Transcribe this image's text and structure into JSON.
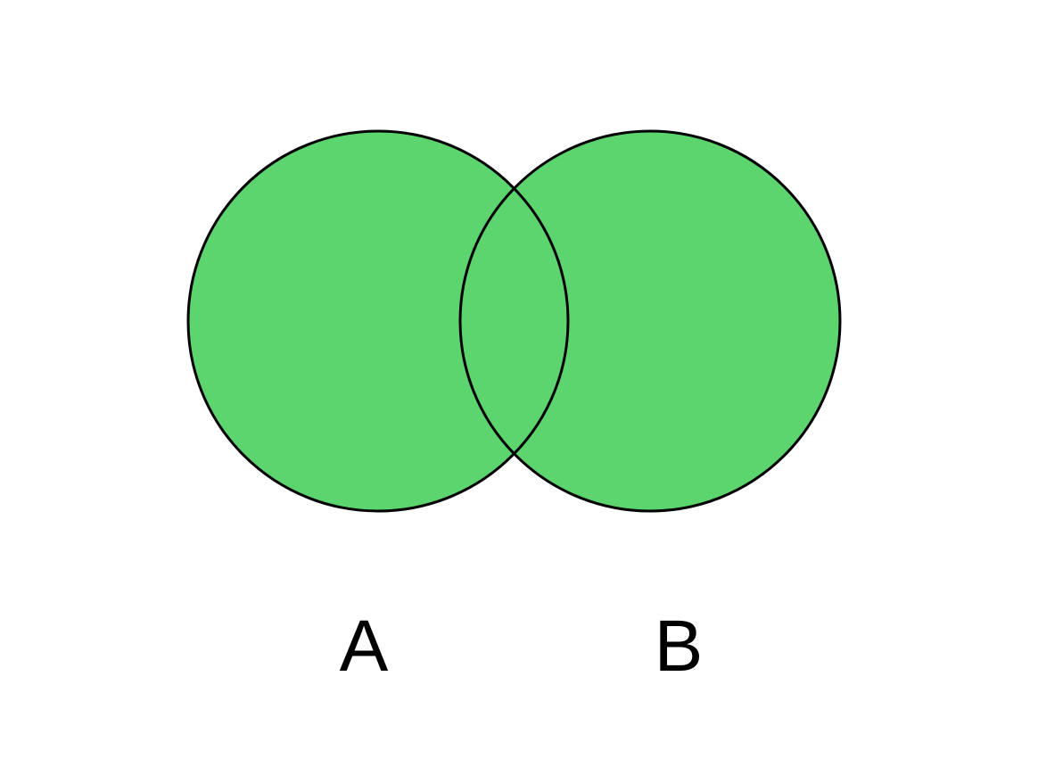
{
  "diagram": {
    "type": "venn",
    "fill_color": "#5cd56f",
    "stroke_color": "#000000",
    "background_color": "#ffffff",
    "sets": [
      {
        "label": "A"
      },
      {
        "label": "B"
      }
    ]
  }
}
